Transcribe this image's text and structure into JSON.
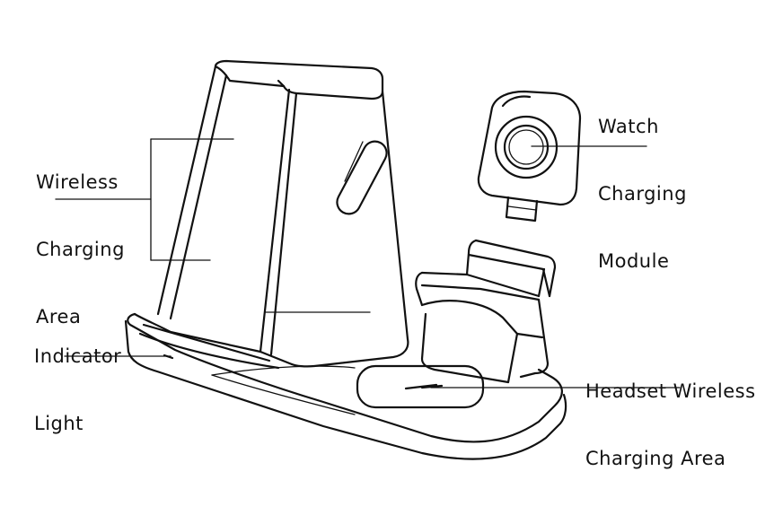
{
  "labels": {
    "wireless_charging_area": [
      "Wireless",
      "Charging",
      "Area"
    ],
    "indicator_light": [
      "Indicator",
      "Light"
    ],
    "watch_charging_module": [
      "Watch",
      "Charging",
      "Module"
    ],
    "headset_wireless_charging_area": [
      "Headset Wireless",
      "Charging Area"
    ]
  },
  "colors": {
    "line": "#111111",
    "background": "#ffffff"
  }
}
